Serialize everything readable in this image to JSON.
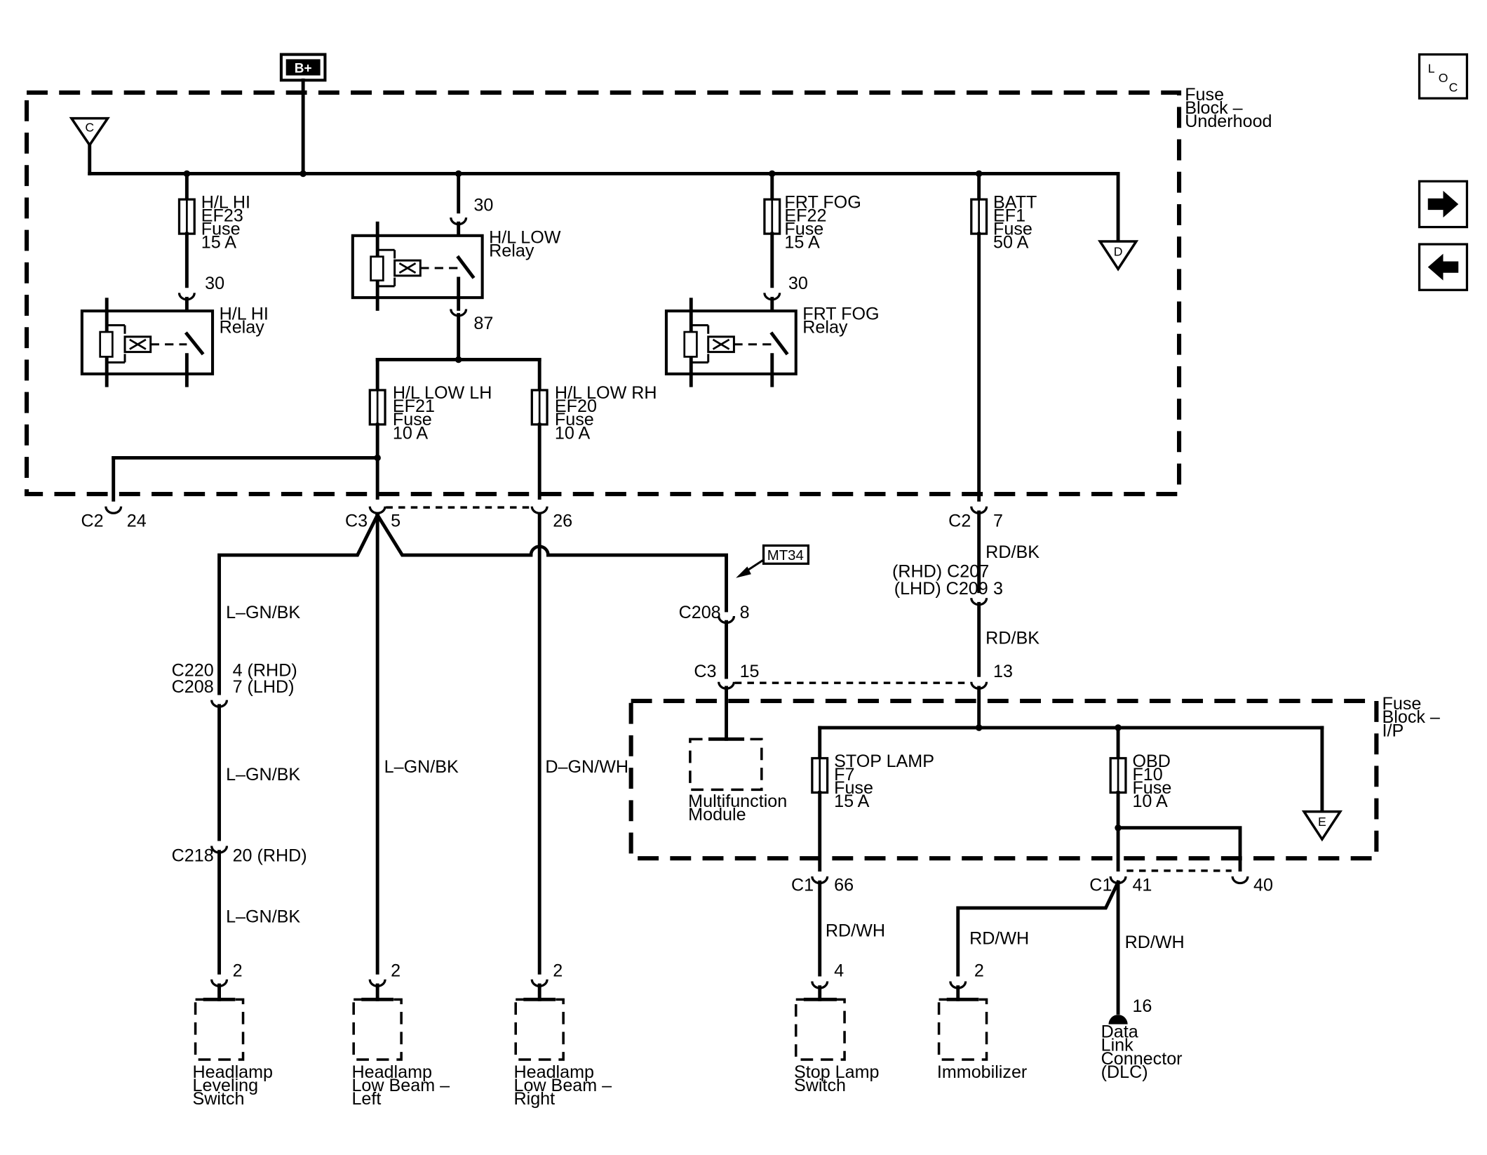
{
  "battery_label": "B+",
  "loc_button": {
    "l": "L",
    "o": "O",
    "c": "C"
  },
  "nav_icons": {
    "forward": "arrow-right-icon",
    "back": "arrow-left-icon"
  },
  "fuse_block_underhood": [
    "Fuse",
    "Block –",
    "Underhood"
  ],
  "fuse_block_ip": [
    "Fuse",
    "Block –",
    "I/P"
  ],
  "offpage": {
    "c": "C",
    "d": "D",
    "e": "E"
  },
  "fuses": {
    "hl_hi": [
      "H/L HI",
      "EF23",
      "Fuse",
      "15 A"
    ],
    "frt_fog": [
      "FRT FOG",
      "EF22",
      "Fuse",
      "15 A"
    ],
    "batt": [
      "BATT",
      "EF1",
      "Fuse",
      "50 A"
    ],
    "hl_low_lh": [
      "H/L LOW LH",
      "EF21",
      "Fuse",
      "10 A"
    ],
    "hl_low_rh": [
      "H/L LOW RH",
      "EF20",
      "Fuse",
      "10 A"
    ],
    "stop_lamp": [
      "STOP LAMP",
      "F7",
      "Fuse",
      "15 A"
    ],
    "obd": [
      "OBD",
      "F10",
      "Fuse",
      "10 A"
    ]
  },
  "relays": {
    "hl_hi": [
      "H/L HI",
      "Relay"
    ],
    "hl_low": [
      "H/L LOW",
      "Relay"
    ],
    "frt_fog": [
      "FRT FOG",
      "Relay"
    ]
  },
  "pins": {
    "p30": "30",
    "p87": "87",
    "c2": "C2",
    "c2_24": "24",
    "c2_7": "7",
    "c3": "C3",
    "c3_5": "5",
    "c3_26": "26",
    "c3_15": "15",
    "c3_13": "13",
    "c208": "C208",
    "c208_8": "8",
    "c207": "(RHD) C207",
    "c209": "(LHD) C209",
    "c209_3": "3",
    "c220": "C220",
    "c220_pin": "4 (RHD)",
    "c208b": "C208",
    "c208b_pin": "7 (LHD)",
    "c218": "C218",
    "c218_pin": "20 (RHD)",
    "c1": "C1",
    "c1_66": "66",
    "c1_41": "41",
    "c1_40": "40",
    "p2": "2",
    "p4": "4",
    "p16": "16"
  },
  "wires": {
    "rd_bk": "RD/BK",
    "l_gn_bk": "L–GN/BK",
    "d_gn_wh": "D–GN/WH",
    "rd_wh": "RD/WH"
  },
  "reference_tag": "MT34",
  "components": {
    "mfm": [
      "Multifunction",
      "Module"
    ],
    "hl_leveling": [
      "Headlamp",
      "Leveling",
      "Switch"
    ],
    "hl_low_left": [
      "Headlamp",
      "Low Beam –",
      "Left"
    ],
    "hl_low_right": [
      "Headlamp",
      "Low Beam –",
      "Right"
    ],
    "stop_lamp_switch": [
      "Stop Lamp",
      "Switch"
    ],
    "immobilizer": [
      "Immobilizer"
    ],
    "dlc": [
      "Data",
      "Link",
      "Connector",
      "(DLC)"
    ]
  }
}
